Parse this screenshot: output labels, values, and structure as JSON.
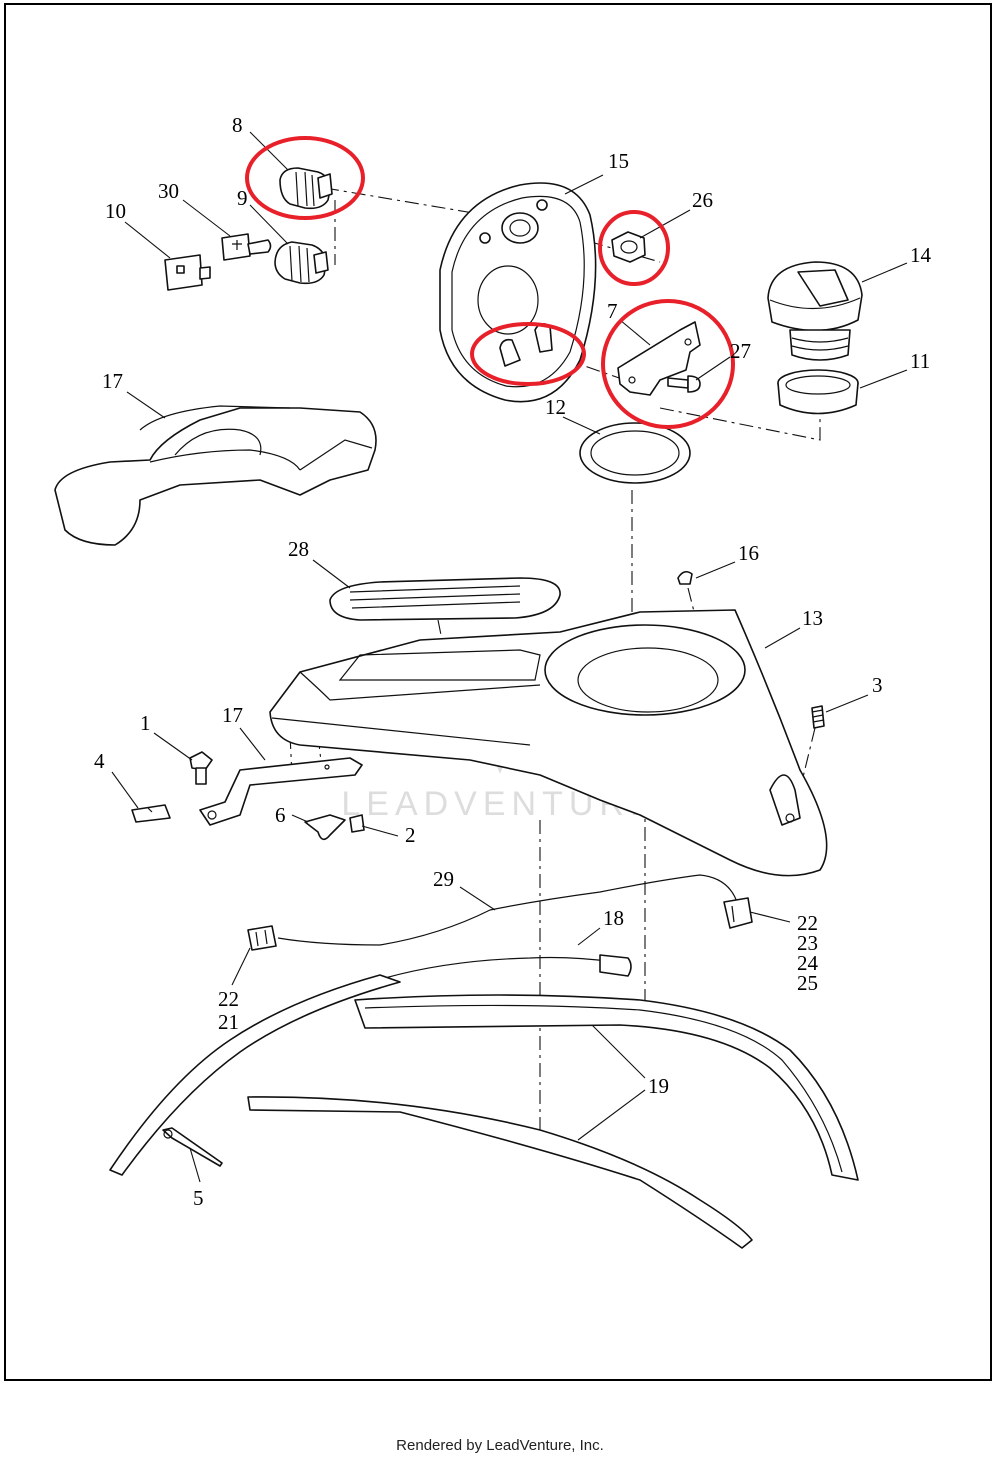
{
  "diagram": {
    "callouts": {
      "c8": "8",
      "c30": "30",
      "c9": "9",
      "c10": "10",
      "c15": "15",
      "c26": "26",
      "c14": "14",
      "c7": "7",
      "c27": "27",
      "c11": "11",
      "c17a": "17",
      "c12": "12",
      "c28": "28",
      "c16": "16",
      "c13": "13",
      "c3": "3",
      "c1": "1",
      "c17b": "17",
      "c4": "4",
      "c6": "6",
      "c2": "2",
      "c29": "29",
      "c18": "18",
      "c22a": "22",
      "c23": "23",
      "c24": "24",
      "c25": "25",
      "c22b": "22",
      "c21": "21",
      "c19": "19",
      "c5": "5"
    },
    "watermark": "LEADVENTURE",
    "highlight_color": "#e8202a",
    "line_color": "#111111"
  },
  "footer": {
    "text": "Rendered by LeadVenture, Inc."
  }
}
